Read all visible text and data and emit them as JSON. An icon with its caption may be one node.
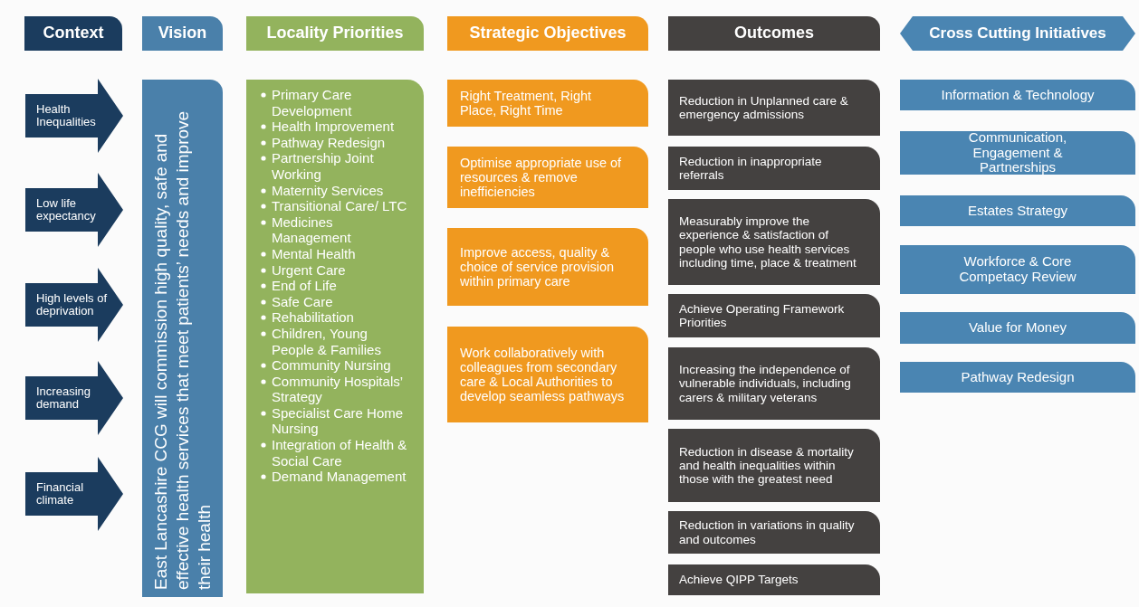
{
  "diagram": {
    "nodes": [
      {
        "text": [
          "Context"
        ]
      },
      {
        "text": [
          "Vision"
        ]
      },
      {
        "text": [
          "Locality Priorities"
        ]
      },
      {
        "text": [
          "Strategic Objectives"
        ]
      },
      {
        "text": [
          "Outcomes"
        ]
      },
      {
        "text": [
          "Cross Cutting Initiatives"
        ]
      },
      {
        "text": [
          "Health Inequalities"
        ]
      },
      {
        "text": [
          "Low life expectancy"
        ]
      },
      {
        "text": [
          "High levels of deprivation"
        ]
      },
      {
        "text": [
          "Increasing demand"
        ]
      },
      {
        "text": [
          "Financial climate"
        ]
      },
      {
        "text": [
          "East Lancashire CCG will commission high quality, safe and effective health services that meet patients’ needs and improve their health"
        ]
      },
      {
        "text": [
          "Primary Care Development",
          "Health Improvement",
          "Pathway Redesign",
          "Partnership Joint Working",
          "Maternity Services",
          "Transitional Care/ LTC",
          "Medicines Management",
          "Mental Health",
          "Urgent Care",
          "End of Life",
          "Safe Care",
          "Rehabilitation",
          "Children, Young People & Families",
          "Community Nursing",
          "Community Hospitals’ Strategy",
          "Specialist Care Home Nursing",
          "Integration of Health & Social Care",
          "Demand Management"
        ]
      },
      {
        "text": [
          "Right Treatment, Right Place, Right Time"
        ]
      },
      {
        "text": [
          "Optimise appropriate use of resources & remove inefficiencies"
        ]
      },
      {
        "text": [
          "Improve access, quality & choice of service provision within primary care"
        ]
      },
      {
        "text": [
          "Work collaboratively with colleagues from secondary care & Local Authorities to develop seamless pathways"
        ]
      },
      {
        "text": [
          "Reduction in Unplanned care & emergency admissions"
        ]
      },
      {
        "text": [
          "Reduction in inappropriate referrals"
        ]
      },
      {
        "text": [
          "Measurably improve the experience & satisfaction of people who use health services including time, place & treatment"
        ]
      },
      {
        "text": [
          "Achieve Operating Framework Priorities"
        ]
      },
      {
        "text": [
          "Increasing the independence of vulnerable individuals, including carers & military veterans"
        ]
      },
      {
        "text": [
          "Reduction in disease & mortality and health inequalities within those with the greatest need"
        ]
      },
      {
        "text": [
          "Reduction in variations in quality and outcomes"
        ]
      },
      {
        "text": [
          "Achieve QIPP Targets"
        ]
      },
      {
        "text": [
          "Information & Technology"
        ]
      },
      {
        "text": [
          "Communication, Engagement & Partnerships"
        ]
      },
      {
        "text": [
          "Estates Strategy"
        ]
      },
      {
        "text": [
          "Workforce & Core Competacy Review"
        ]
      },
      {
        "text": [
          "Value for Money"
        ]
      },
      {
        "text": [
          "Pathway Redesign"
        ]
      }
    ]
  }
}
